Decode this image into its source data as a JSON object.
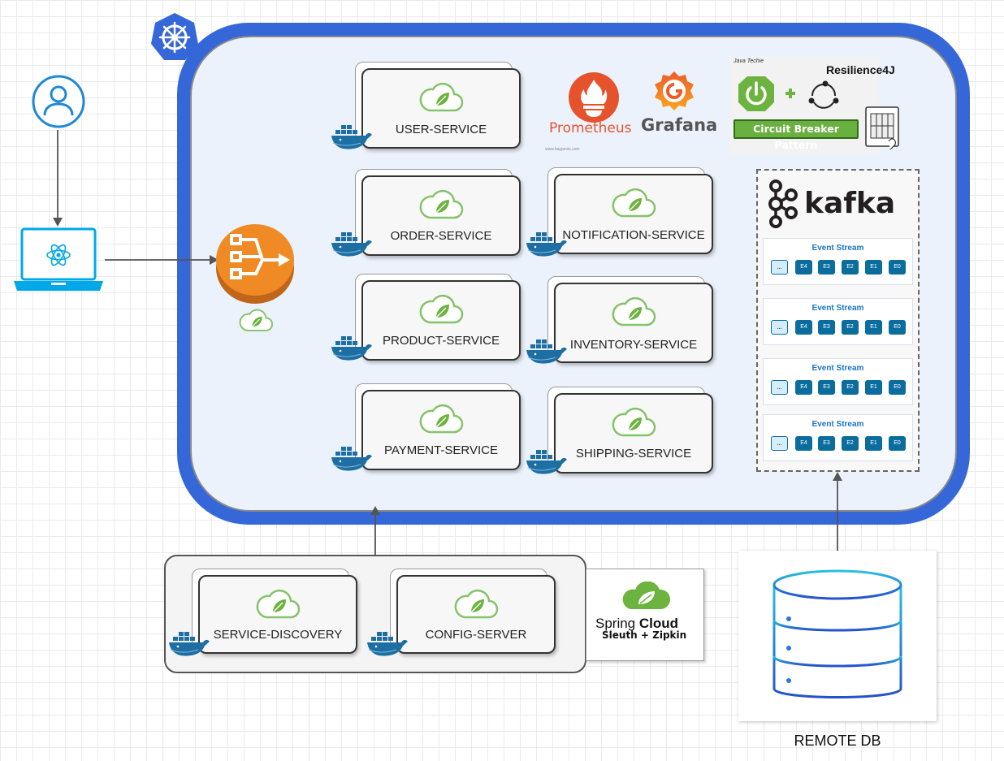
{
  "services": {
    "user": "USER-SERVICE",
    "order": "ORDER-SERVICE",
    "notification": "NOTIFICATION-SERVICE",
    "product": "PRODUCT-SERVICE",
    "inventory": "INVENTORY-SERVICE",
    "payment": "PAYMENT-SERVICE",
    "shipping": "SHIPPING-SERVICE",
    "discovery": "SERVICE-DISCOVERY",
    "config": "CONFIG-SERVER"
  },
  "monitoring": {
    "prometheus": "Prometheus",
    "prometheus_small": "www.bayjarvis.com",
    "grafana": "Grafana"
  },
  "resilience": {
    "author": "Java Techie",
    "title": "Resilience4J",
    "pattern": "Circuit Breaker Pattern"
  },
  "kafka": {
    "name": "kafka",
    "stream_title": "Event Stream",
    "events": [
      "...",
      "E4",
      "E3",
      "E2",
      "E1",
      "E0"
    ]
  },
  "spring_cloud": {
    "spring": "Spring",
    "cloud": "Cloud",
    "sub": "Sleuth + Zipkin"
  },
  "db": {
    "label": "REMOTE DB"
  },
  "colors": {
    "k8s_blue": "#3567d9",
    "spring_green": "#6db33f",
    "gateway_orange": "#f08a24",
    "kafka_event": "#0b6d9e",
    "db_stroke": "#28a7d8",
    "react_blue": "#00a8e8"
  }
}
